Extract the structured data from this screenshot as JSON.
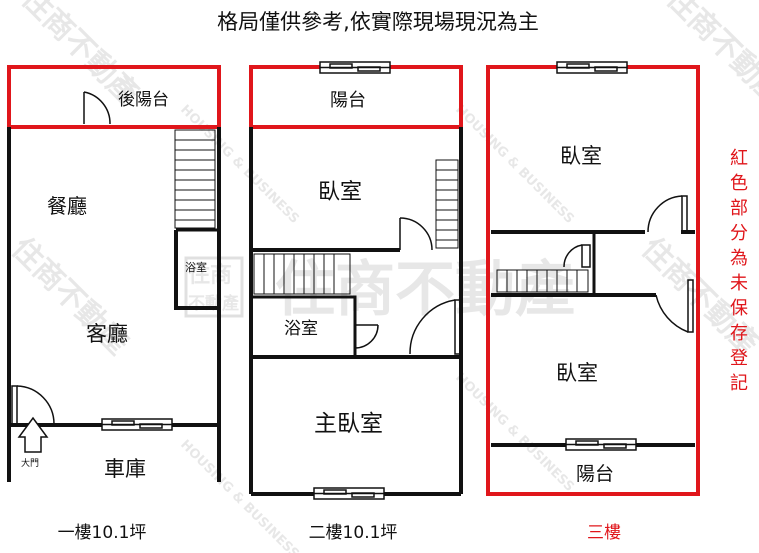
{
  "header": {
    "title": "格局僅供參考,依實際現場現況為主"
  },
  "floors": [
    {
      "id": "floor1",
      "caption": "一樓10.1坪",
      "rooms": {
        "back_balcony": "後陽台",
        "dining": "餐廳",
        "living": "客廳",
        "bathroom": "浴室",
        "garage": "車庫"
      },
      "door_label": "大門"
    },
    {
      "id": "floor2",
      "caption": "二樓10.1坪",
      "rooms": {
        "balcony": "陽台",
        "bedroom": "臥室",
        "bathroom": "浴室",
        "master_bedroom": "主臥室"
      }
    },
    {
      "id": "floor3",
      "caption": "三樓",
      "rooms": {
        "bedroom_top": "臥室",
        "bedroom_bottom": "臥室",
        "balcony": "陽台"
      }
    }
  ],
  "side_note": [
    "紅",
    "色",
    "部",
    "分",
    "為",
    "未",
    "保",
    "存",
    "登",
    "記"
  ],
  "watermark": {
    "brand": "住商不動產",
    "brand_box_top": "住商",
    "brand_box_bottom": "不動產",
    "english": "HOUSING & BUSINESS"
  },
  "colors": {
    "wall": "#111111",
    "unregistered": "#e0161b",
    "watermark": "#000000"
  }
}
